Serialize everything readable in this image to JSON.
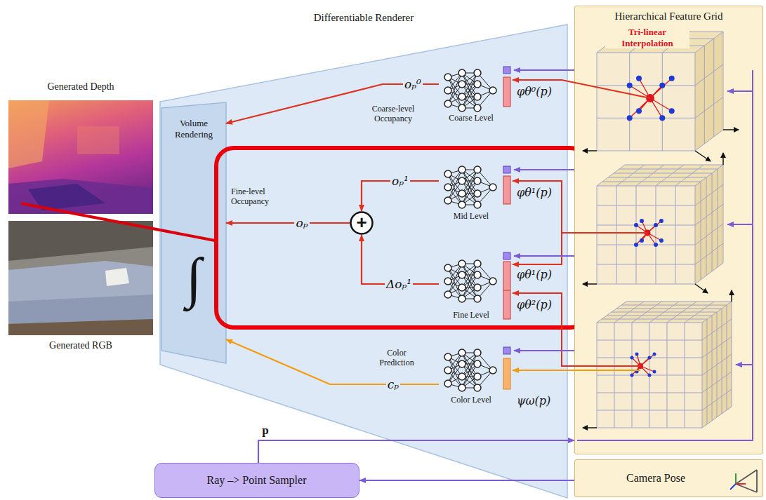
{
  "diagram": {
    "nodes": [
      {
        "text": [
          "Generated Depth"
        ]
      },
      {
        "text": [
          "Generated RGB"
        ]
      },
      {
        "text": [
          "Differentiable Renderer"
        ]
      },
      {
        "text": [
          "Volume Rendering",
          "∫"
        ],
        "in": 2
      },
      {
        "text": [
          "Coarse Level"
        ],
        "in": 2
      },
      {
        "text": [
          "Fine-level Occupancy"
        ],
        "in": 2
      },
      {
        "text": [
          "Mid Level"
        ],
        "in": 5
      },
      {
        "text": [
          "+"
        ],
        "in": 5
      },
      {
        "text": [
          "Fine Level"
        ],
        "in": 5
      },
      {
        "text": [
          "Color Level"
        ],
        "in": 2
      },
      {
        "text": [
          "Hierarchical Feature Grid"
        ]
      },
      {
        "text": [
          "Camera Pose"
        ]
      },
      {
        "text": [
          "Ray –> Point Sampler"
        ]
      }
    ],
    "edges": [
      {
        "from": 11,
        "to": 12,
        "arrow": "to"
      },
      {
        "from": 12,
        "to": 10,
        "label": "p",
        "arrow": "to"
      },
      {
        "from": 10,
        "to": 4,
        "arrow": "to"
      },
      {
        "from": 10,
        "to": 6,
        "arrow": "to"
      },
      {
        "from": 10,
        "to": 8,
        "arrow": "to"
      },
      {
        "from": 10,
        "to": 9,
        "arrow": "to"
      },
      {
        "from": 4,
        "to": 3,
        "label": "oₚ⁰",
        "arrow": "to"
      },
      {
        "from": 6,
        "to": 7,
        "label": "oₚ¹",
        "arrow": "to"
      },
      {
        "from": 8,
        "to": 7,
        "label": "Δoₚ¹",
        "arrow": "to"
      },
      {
        "from": 7,
        "to": 3,
        "label": "oₚ",
        "arrow": "to"
      },
      {
        "from": 9,
        "to": 3,
        "label": "cₚ",
        "arrow": "to"
      }
    ],
    "labels": [
      "Coarse-level Occupancy",
      "φθ⁰(p)",
      "φθ¹(p)",
      "φθ¹(p)",
      "φθ²(p)",
      "Color Prediction",
      "ψω(p)",
      "Tri-linear Interpolation"
    ]
  }
}
